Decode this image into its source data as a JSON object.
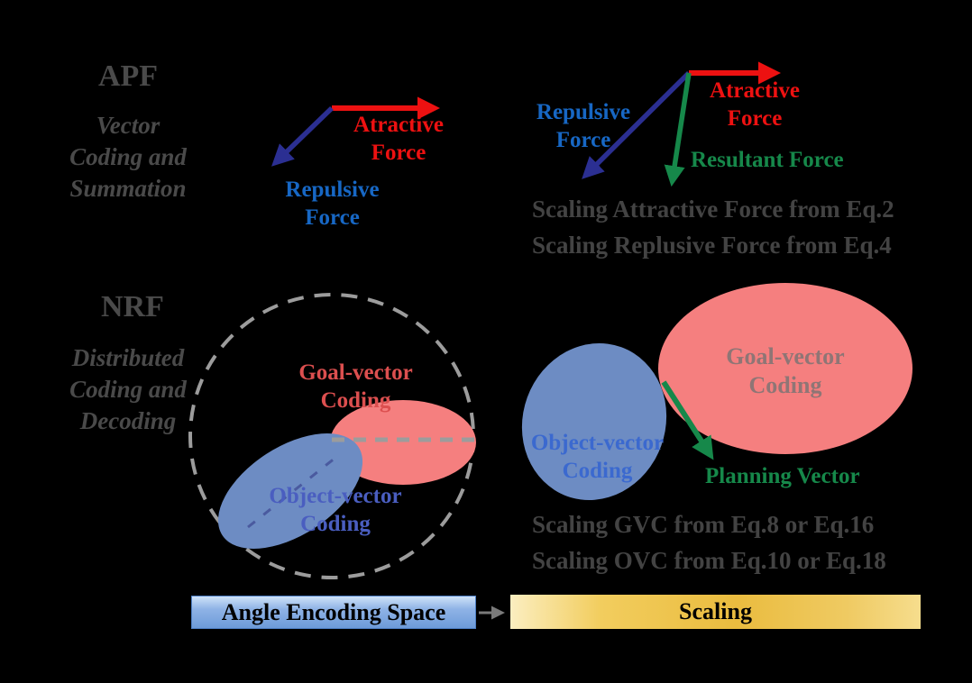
{
  "colors": {
    "background": "#000000",
    "attractive_red": "#ed1111",
    "repulsive_arrow_navy": "#2b2f92",
    "repulsive_text_blue": "#1767c4",
    "resultant_green": "#16884a",
    "title_gray": "#4a4a4a",
    "equation_gray": "#434343",
    "goal_ellipse_pink": "#f57f7f",
    "object_ellipse_blue": "#6d8cc3",
    "dashed_gray": "#9c9c9c",
    "banner_blue": "#7fa8e0",
    "banner_gold": "#eabc3f"
  },
  "apf": {
    "title": "APF",
    "subtitle": "Vector\nCoding and\nSummation",
    "diagram_left": {
      "attractive": "Atractive\nForce",
      "repulsive": "Repulsive\nForce"
    },
    "diagram_right": {
      "attractive": "Atractive\nForce",
      "repulsive": "Repulsive\nForce",
      "resultant": "Resultant Force",
      "eq1": "Scaling Attractive Force from Eq.2",
      "eq2": "Scaling Replusive Force from Eq.4"
    }
  },
  "nrf": {
    "title": "NRF",
    "subtitle": "Distributed\nCoding and\nDecoding",
    "diagram_left": {
      "goal": "Goal-vector\nCoding",
      "object": "Object-vector\nCoding"
    },
    "diagram_right": {
      "goal": "Goal-vector\nCoding",
      "object": "Object-vector\nCoding",
      "planning": "Planning Vector",
      "eq1": "Scaling GVC from Eq.8 or Eq.16",
      "eq2": "Scaling OVC from Eq.10 or Eq.18"
    }
  },
  "banners": {
    "left_label": "Angle Encoding Space",
    "right_label": "Scaling"
  }
}
